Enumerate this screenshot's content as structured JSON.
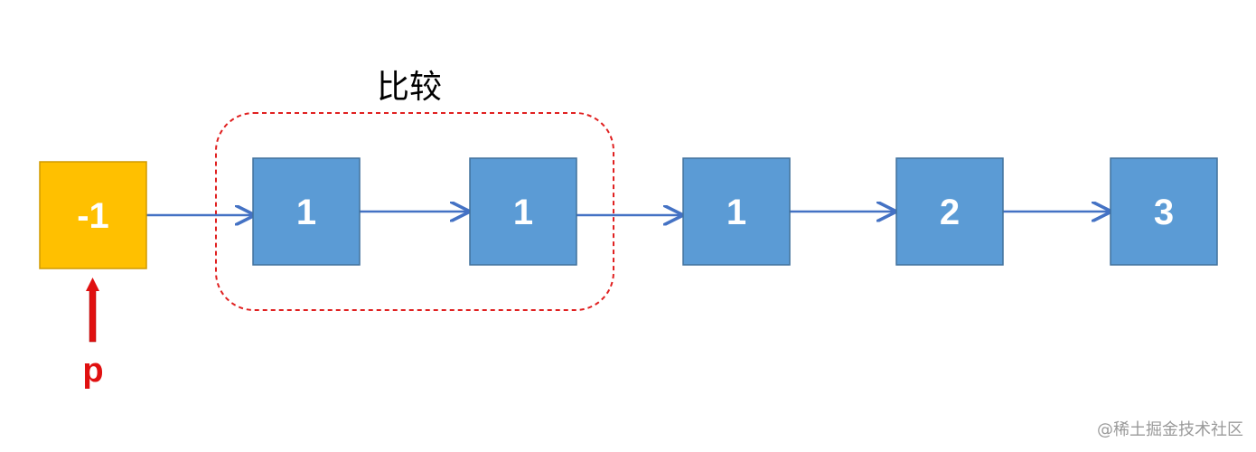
{
  "diagram": {
    "compare_label": "比较",
    "pointer_label": "p",
    "watermark": "@稀土掘金技术社区",
    "nodes": [
      {
        "value": "-1",
        "kind": "head"
      },
      {
        "value": "1",
        "kind": "node"
      },
      {
        "value": "1",
        "kind": "node"
      },
      {
        "value": "1",
        "kind": "node"
      },
      {
        "value": "2",
        "kind": "node"
      },
      {
        "value": "3",
        "kind": "node"
      }
    ]
  },
  "colors": {
    "head_fill": "#FFC000",
    "head_stroke": "#D09A00",
    "node_fill": "#5B9BD5",
    "node_stroke": "#41719C",
    "link_arrow": "#4472C4",
    "compare_box": "#E02020",
    "pointer": "#E01010",
    "text_white": "#FFFFFF"
  }
}
